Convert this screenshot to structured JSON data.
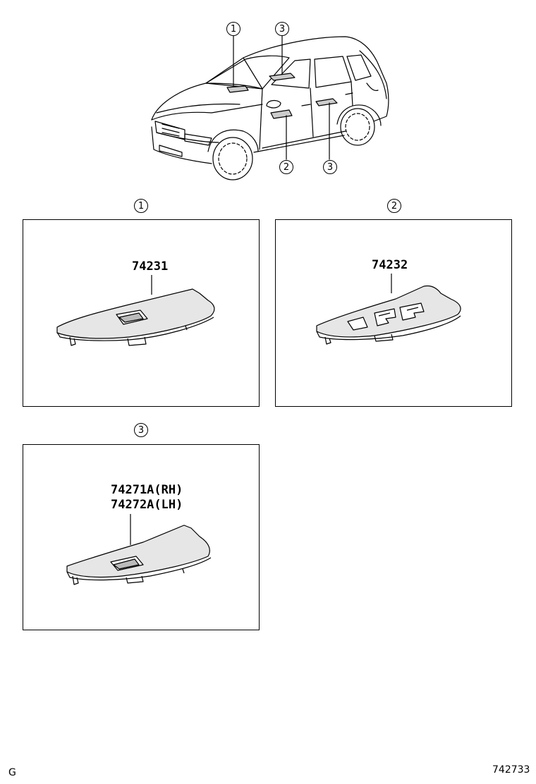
{
  "overview": {
    "callouts": [
      "1",
      "3",
      "2",
      "3"
    ]
  },
  "panels": [
    {
      "callout": "1",
      "parts": [
        "74231"
      ]
    },
    {
      "callout": "2",
      "parts": [
        "74232"
      ]
    },
    {
      "callout": "3",
      "parts": [
        "74271A(RH)",
        "74272A(LH)"
      ]
    }
  ],
  "footer": {
    "left": "G",
    "right": "742733"
  }
}
